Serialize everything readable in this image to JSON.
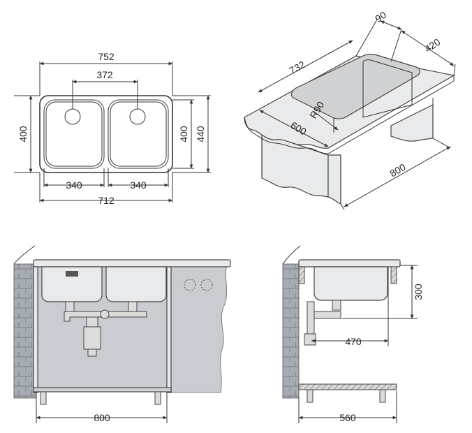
{
  "top_view": {
    "outer_width": "752",
    "bowl_center_spacing": "372",
    "bowl_width_left": "340",
    "bowl_width_right": "340",
    "inner_width": "712",
    "bowl_depth_left": "400",
    "bowl_depth_right": "400",
    "outer_depth": "440"
  },
  "isometric_view": {
    "flange": "90",
    "bowl_depth": "420",
    "length": "732",
    "corner_radius": "R90",
    "width": "600",
    "cabinet_width": "800"
  },
  "front_view": {
    "cabinet_width": "800"
  },
  "side_view": {
    "bowl_height": "300",
    "drain_offset": "470",
    "cabinet_depth": "560"
  }
}
